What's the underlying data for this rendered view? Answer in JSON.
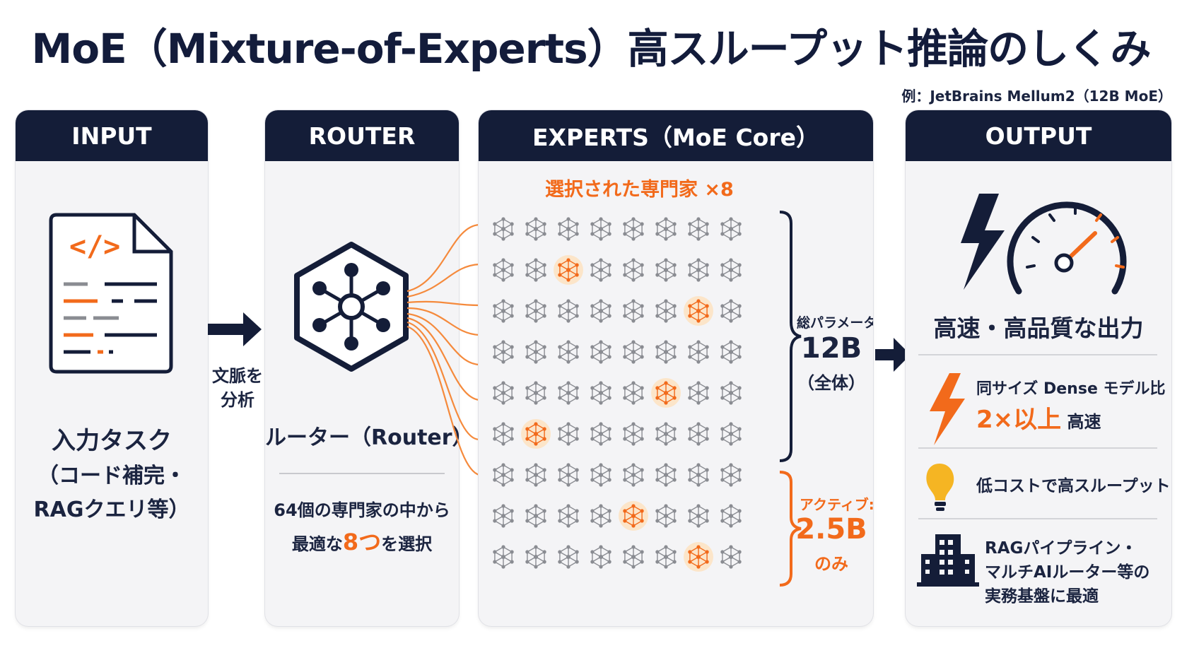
{
  "title": "MoE（Mixture-of-Experts）高スループット推論のしくみ",
  "example": "例：JetBrains Mellum2（12B MoE）",
  "input": {
    "header": "INPUT",
    "task_line1": "入力タスク",
    "task_line2": "（コード補完・",
    "task_line3": "RAGクエリ等）",
    "arrow_label_line1": "文脈を",
    "arrow_label_line2": "分析"
  },
  "router": {
    "header": "ROUTER",
    "name": "ルーター（Router）",
    "desc_line1": "64個の専門家の中から",
    "desc_line2_pre": "最適な",
    "desc_line2_num": "8つ",
    "desc_line2_post": "を選択"
  },
  "experts": {
    "header": "EXPERTS（MoE Core）",
    "selected_label": "選択された専門家 ×8",
    "grid_cols": 8,
    "grid_rows": 9,
    "selected_cells": [
      [
        1,
        2
      ],
      [
        2,
        6
      ],
      [
        4,
        5
      ],
      [
        5,
        1
      ],
      [
        7,
        4
      ],
      [
        8,
        6
      ]
    ],
    "total_label": "総パラメータ:",
    "total_value": "12B",
    "total_note": "（全体）",
    "active_label": "アクティブ:",
    "active_value": "2.5B",
    "active_note": "のみ"
  },
  "output": {
    "header": "OUTPUT",
    "main": "高速・高品質な出力",
    "feature1_line1": "同サイズ Dense モデル比",
    "feature1_big": "2×以上",
    "feature1_post": " 高速",
    "feature2": "低コストで高スループット",
    "feature3_line1": "RAGパイプライン・",
    "feature3_line2": "マルチAIルーター等の",
    "feature3_line3": "実務基盤に最適"
  },
  "colors": {
    "navy": "#141d38",
    "orange": "#f26a1b",
    "gray_node": "#8a8c92",
    "panel_bg": "#f4f4f6",
    "bulb": "#f5b523"
  }
}
